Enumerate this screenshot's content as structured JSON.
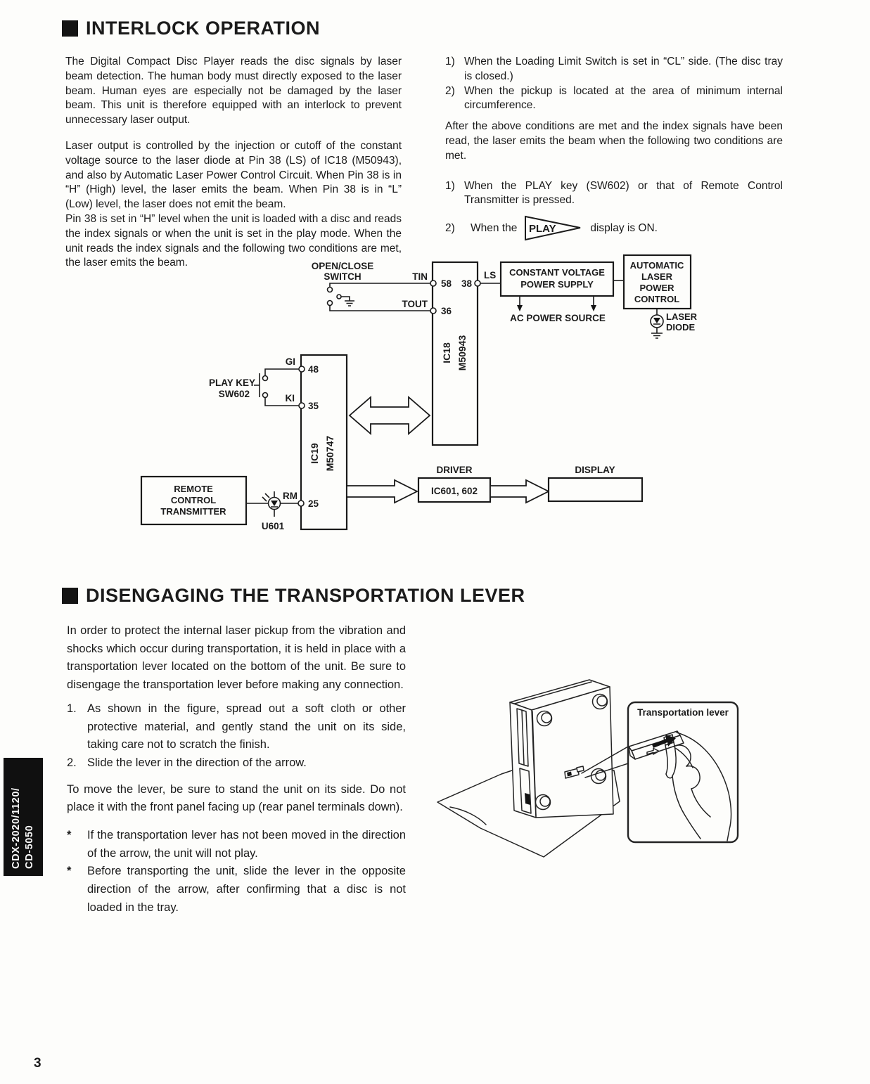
{
  "interlock": {
    "title": "INTERLOCK OPERATION",
    "left_col": {
      "p1": "The Digital Compact Disc Player reads the disc signals by laser beam detection. The human body must directly exposed to the laser beam. Human eyes are especially not be damaged by the laser beam. This unit is therefore equipped with an interlock to prevent unnecessary laser output.",
      "p2": "Laser output is controlled by the injection or cutoff of the constant voltage source to the laser diode at Pin 38 (LS) of IC18 (M50943), and also by Automatic Laser Power Control Circuit. When Pin 38 is in “H” (High) level, the laser emits the beam. When Pin 38 is in “L” (Low) level, the laser does not emit the beam.",
      "p3": "Pin 38 is set in “H” level when the unit is loaded with a disc and reads the index signals or when the unit is set in the play mode. When the unit reads the index signals and the following two conditions are met, the laser emits the beam."
    },
    "right_col": {
      "list1": [
        {
          "num": "1)",
          "text": "When the Loading Limit Switch is set in “CL” side. (The disc tray is closed.)"
        },
        {
          "num": "2)",
          "text": "When the pickup is located at the area of minimum internal circumference."
        }
      ],
      "para": "After the above conditions are met and the index signals have been read, the laser emits the beam when the following two conditions are met.",
      "list2": [
        {
          "num": "1)",
          "text": "When the PLAY key (SW602) or that of Remote Control Transmitter is pressed."
        }
      ],
      "item2_num": "2)",
      "item2_before": "When the",
      "item2_symbol": "PLAY",
      "item2_after": "display is ON."
    }
  },
  "diagram": {
    "open_close_1": "OPEN/CLOSE",
    "open_close_2": "SWITCH",
    "tin": "TIN",
    "tout": "TOUT",
    "pin58": "58",
    "pin36": "36",
    "pin38": "38",
    "ls": "LS",
    "cvps_1": "CONSTANT VOLTAGE",
    "cvps_2": "POWER SUPPLY",
    "ac_power": "AC POWER SOURCE",
    "alpc_1": "AUTOMATIC",
    "alpc_2": "LASER",
    "alpc_3": "POWER",
    "alpc_4": "CONTROL",
    "laser_diode_1": "LASER",
    "laser_diode_2": "DIODE",
    "ic18_1": "IC18",
    "ic18_2": "M50943",
    "gi": "GI",
    "ki": "KI",
    "pin48": "48",
    "pin35": "35",
    "play_key_1": "PLAY KEY",
    "play_key_2": "SW602",
    "ic19_1": "IC19",
    "ic19_2": "M50747",
    "rm": "RM",
    "pin25": "25",
    "u601": "U601",
    "remote_1": "REMOTE",
    "remote_2": "CONTROL",
    "remote_3": "TRANSMITTER",
    "driver_label": "DRIVER",
    "driver_ic": "IC601, 602",
    "display_label": "DISPLAY"
  },
  "transport": {
    "title": "DISENGAGING THE TRANSPORTATION LEVER",
    "p1": "In order to protect the internal laser pickup from the vibration and shocks which occur during transportation, it is held in place with a transportation lever located on the bottom of the unit. Be sure to disengage the transportation lever before making any connection.",
    "steps": [
      {
        "num": "1.",
        "text": "As shown in the figure, spread out a soft cloth or other protective material, and gently stand the unit on its side, taking care not to scratch the finish."
      },
      {
        "num": "2.",
        "text": "Slide the lever in the direction of the arrow."
      }
    ],
    "p2": "To move the lever, be sure to stand the unit on its side. Do not place it with the front panel facing up (rear panel terminals down).",
    "notes": [
      {
        "mark": "*",
        "text": "If the transportation lever has not been moved in the direction of the arrow, the unit will not play."
      },
      {
        "mark": "*",
        "text": "Before transporting the unit, slide the lever in the opposite direction of the arrow, after confirming that a disc is not loaded in the tray."
      }
    ],
    "callout_label": "Transportation lever"
  },
  "sidebar": {
    "model_line1": "CDX-2020/1120/",
    "model_line2": "CD-5050"
  },
  "footer": {
    "page_number": "3"
  }
}
